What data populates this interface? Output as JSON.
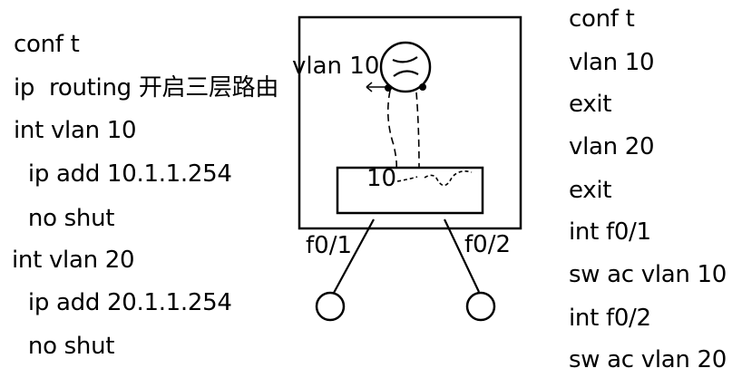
{
  "left_commands": [
    "conf t",
    "ip  routing 开启三层路由",
    "int vlan 10",
    "  ip add 10.1.1.254",
    "  no shut",
    "int vlan 20",
    "  ip add 20.1.1.254",
    "  no shut"
  ],
  "right_commands": [
    "conf t",
    "vlan 10",
    "exit",
    "vlan 20",
    "exit",
    "int f0/1",
    "sw ac vlan 10",
    "int f0/2",
    "sw ac vlan 20"
  ],
  "diagram": {
    "router_label": "vlan 10",
    "switch_vlan_label": "10",
    "port_left": "f0/1",
    "port_right": "f0/2"
  }
}
